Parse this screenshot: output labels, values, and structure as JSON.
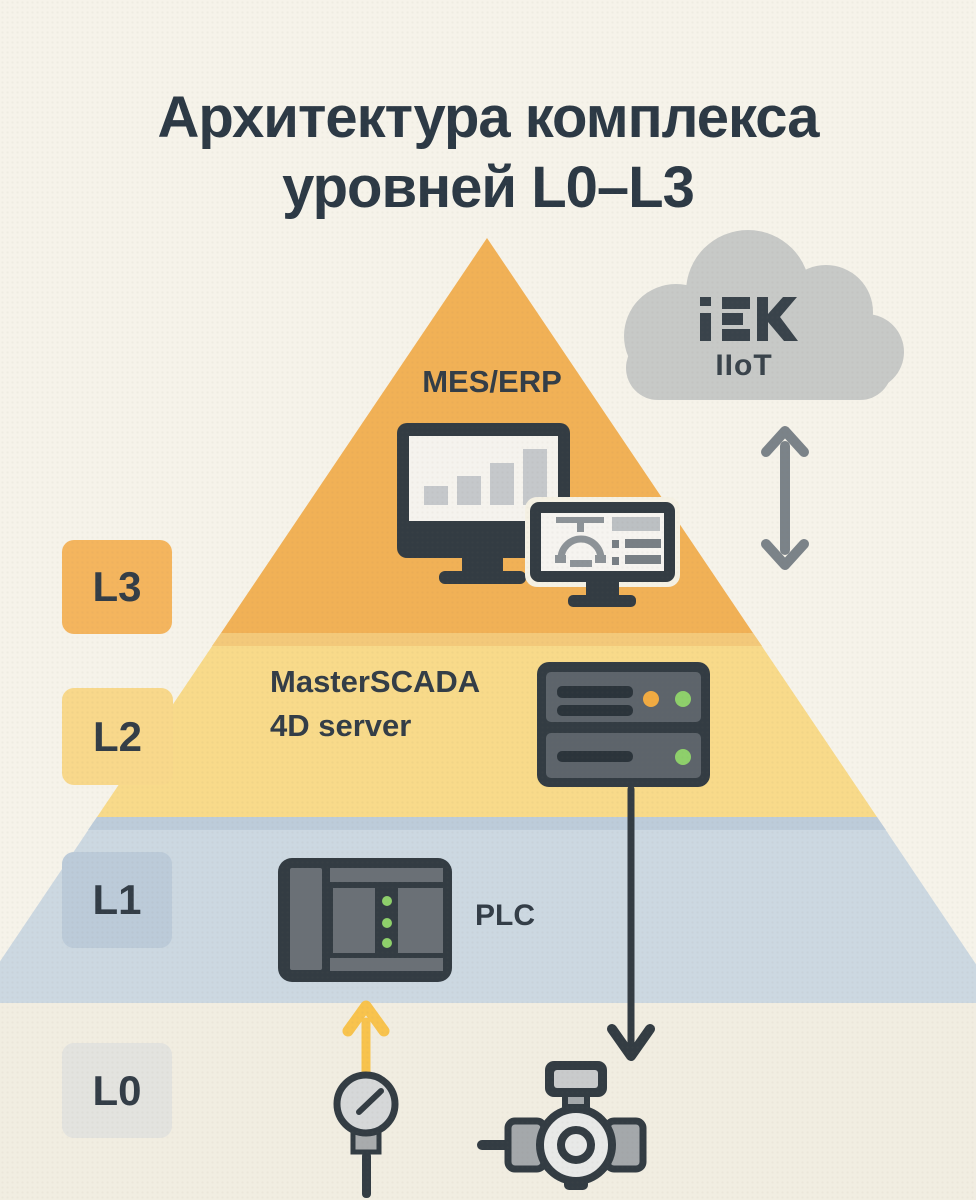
{
  "title": {
    "line1": "Архитектура комплекса",
    "line2": "уровней L0–L3"
  },
  "pyramid": {
    "levels": [
      {
        "label": "L3",
        "badge_color": "#f4b55e",
        "band_color": "#f1b156",
        "item": "MES/ERP"
      },
      {
        "label": "L2",
        "badge_color": "#f8d88b",
        "band_color": "#f8da8a",
        "item": "MasterSCADA 4D server"
      },
      {
        "label": "L1",
        "badge_color": "#bccbd9",
        "band_color": "#ccd8e1",
        "item": "PLC"
      },
      {
        "label": "L0",
        "badge_color": "#e3e3df",
        "band_color": "#f1ede1",
        "item": ""
      }
    ]
  },
  "labels": {
    "mes_erp": "MES/ERP",
    "scada_line1": "MasterSCADA",
    "scada_line2": "4D server",
    "plc": "PLC"
  },
  "cloud": {
    "logo": "IEK",
    "label": "IIoT"
  },
  "icons": [
    "iek-iiot-cloud-icon",
    "cloud-sync-arrow-icon",
    "mes-erp-monitors-icon",
    "scada-server-icon",
    "plc-controller-icon",
    "pressure-gauge-icon",
    "valve-icon",
    "uplink-arrow-icon",
    "downlink-arrow-icon"
  ],
  "colors": {
    "background": "#f6f3ea",
    "title_text": "#2c3945",
    "dark": "#333c43",
    "l3_band": "#f1b156",
    "l2_band": "#f8da8a",
    "l1_band": "#ccd8e1",
    "l0_band": "#f1ede1",
    "l2_band_shade": "#f3c97a",
    "l1_band_shade": "#bdccda",
    "l3_badge": "#f4b55e",
    "l2_badge": "#f8d88b",
    "l1_badge": "#bccbd9",
    "l0_badge": "#e3e3df",
    "cloud": "#c7c9c7",
    "gray_arrow": "#7b8389",
    "up_arrow": "#f8c34d",
    "screen": "#f5f3ee",
    "chart_gray": "#c5c8cb",
    "unit_gray": "#5d646b",
    "panel_gray": "#6a7076",
    "led_green": "#8ed06b",
    "led_orange": "#f1ab42"
  }
}
